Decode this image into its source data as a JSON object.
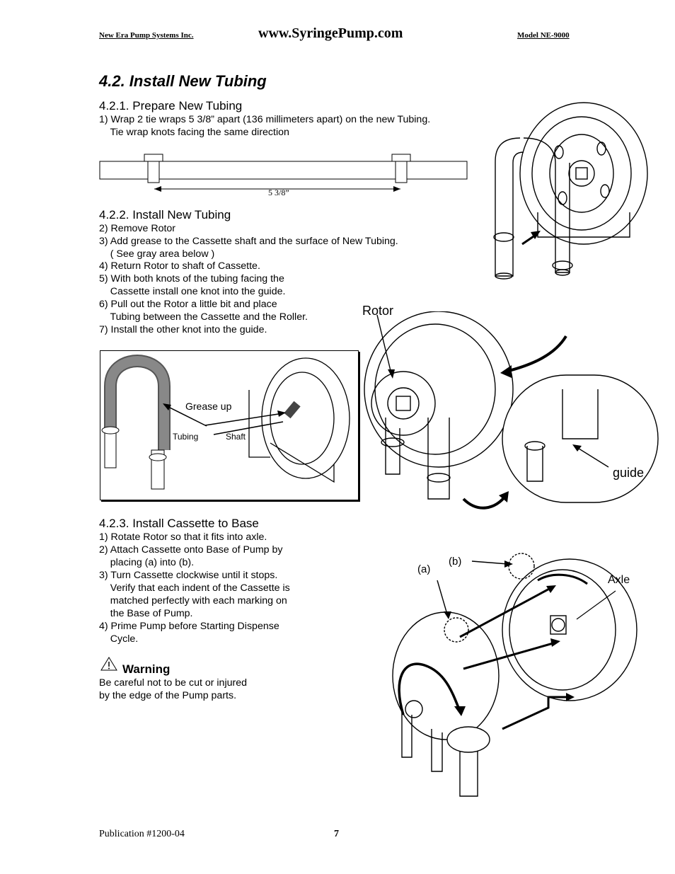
{
  "header": {
    "company": "New Era Pump Systems Inc.",
    "website": "www.SyringePump.com",
    "model": "Model NE-9000"
  },
  "section": {
    "title": "4.2. Install New Tubing"
  },
  "prepare": {
    "title": "4.2.1. Prepare New Tubing",
    "lines": [
      "1) Wrap 2 tie wraps 5 3/8” apart (136 millimeters apart) on the new Tubing.",
      "    Tie wrap knots facing the same direction"
    ],
    "dimension_label": "5 3/8”"
  },
  "install": {
    "title": "4.2.2. Install New Tubing",
    "lines": [
      "2) Remove Rotor",
      "3) Add grease to the Cassette shaft and the surface of New Tubing.",
      "    ( See gray area below )",
      "4) Return Rotor to shaft of Cassette.",
      "5) With both knots of the tubing facing the",
      "    Cassette install one knot into the guide.",
      "6) Pull out the Rotor a little bit and place",
      "    Tubing between the Cassette and the Roller.",
      "7) Install the other knot into the guide."
    ],
    "figure_labels": {
      "grease": "Grease up",
      "tubing": "Tubing",
      "shaft": "Shaft",
      "rotor": "Rotor",
      "guide": "guide"
    }
  },
  "cassette": {
    "title": "4.2.3. Install Cassette to Base",
    "lines": [
      "1) Rotate Rotor so that it fits into axle.",
      "2) Attach Cassette onto Base of Pump by",
      "    placing (a) into (b).",
      "3) Turn Cassette clockwise until it stops.",
      "    Verify that each indent of the Cassette is",
      "    matched perfectly with each marking on",
      "    the Base of Pump.",
      "4) Prime Pump before Starting Dispense",
      "    Cycle."
    ],
    "figure_labels": {
      "a": "(a)",
      "b": "(b)",
      "axle": "Axle"
    }
  },
  "warning": {
    "title": "Warning",
    "lines": [
      "Be careful not to be cut or injured",
      "by the edge of the Pump parts."
    ]
  },
  "footer": {
    "publication": "Publication  #1200-04",
    "page": "7"
  }
}
